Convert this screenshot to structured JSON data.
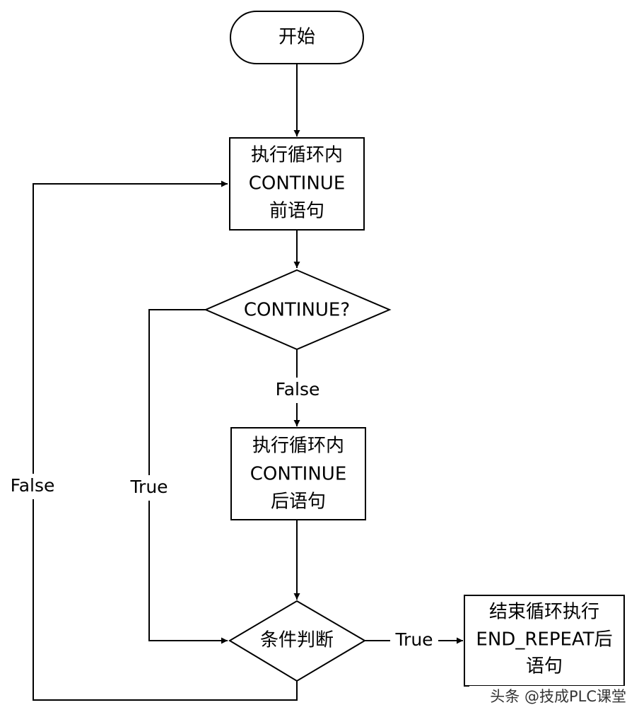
{
  "nodes": {
    "start": {
      "text": "开始"
    },
    "pre": {
      "lines": [
        "执行循环内",
        "CONTINUE",
        "前语句"
      ]
    },
    "decision_continue": {
      "text": "CONTINUE?"
    },
    "post": {
      "lines": [
        "执行循环内",
        "CONTINUE",
        "后语句"
      ]
    },
    "decision_condition": {
      "text": "条件判断"
    },
    "end": {
      "lines": [
        "结束循环执行",
        "END_REPEAT后",
        "语句"
      ]
    }
  },
  "edges": {
    "continue_false": "False",
    "continue_true": "True",
    "condition_true": "True",
    "condition_false": "False"
  },
  "watermark": "头条 @技成PLC课堂"
}
